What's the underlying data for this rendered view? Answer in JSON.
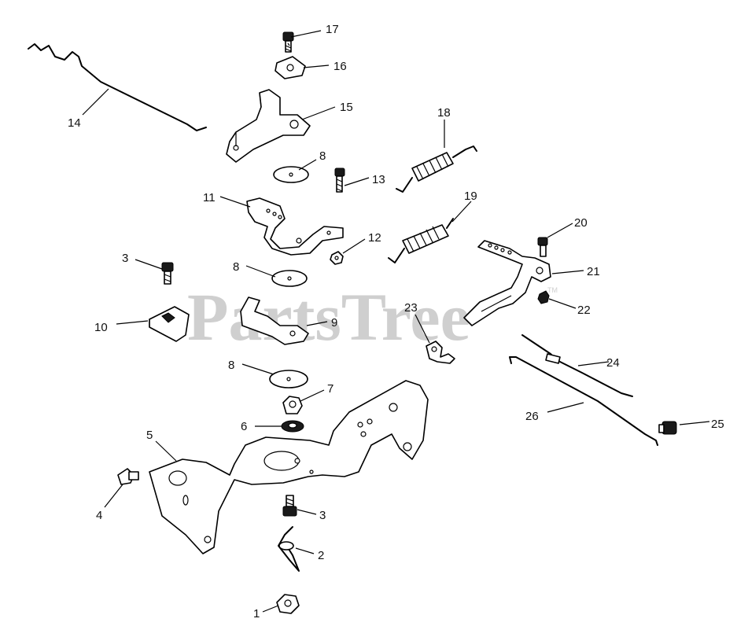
{
  "watermark": {
    "text": "PartsTree",
    "trademark": "TM"
  },
  "callouts": {
    "p1": "1",
    "p2": "2",
    "p3a": "3",
    "p3b": "3",
    "p4": "4",
    "p5": "5",
    "p6": "6",
    "p7": "7",
    "p8a": "8",
    "p8b": "8",
    "p8c": "8",
    "p9": "9",
    "p10": "10",
    "p11": "11",
    "p12": "12",
    "p13": "13",
    "p14": "14",
    "p15": "15",
    "p16": "16",
    "p17": "17",
    "p18": "18",
    "p19": "19",
    "p20": "20",
    "p21": "21",
    "p22": "22",
    "p23": "23",
    "p24": "24",
    "p25": "25",
    "p26": "26"
  }
}
